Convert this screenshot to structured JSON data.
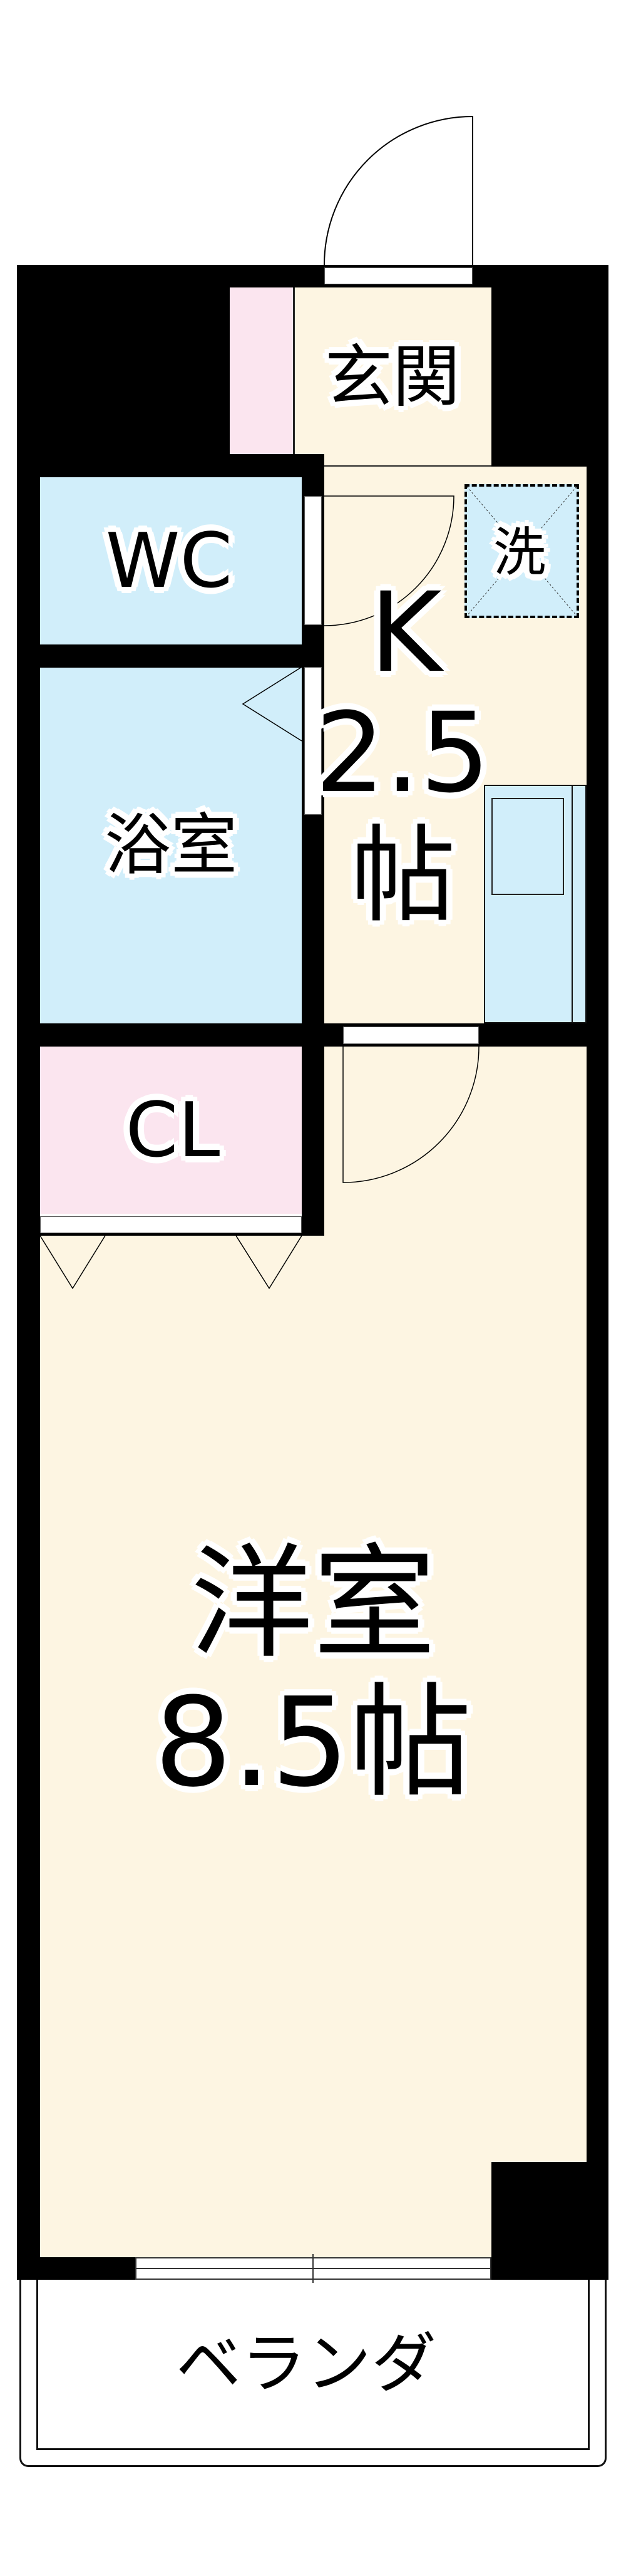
{
  "floorplan": {
    "colors": {
      "wall": "#000000",
      "floor_living": "#fdf5e2",
      "floor_wet": "#d1eefa",
      "floor_storage": "#fbe5ef",
      "background": "#ffffff"
    },
    "rooms": {
      "entrance": {
        "label": "玄関"
      },
      "toilet": {
        "label": "WC"
      },
      "bath": {
        "label": "浴室"
      },
      "laundry": {
        "label": "洗"
      },
      "kitchen": {
        "label_line1": "K",
        "label_line2": "2.5",
        "label_line3": "帖"
      },
      "closet": {
        "label": "CL"
      },
      "western_room": {
        "label_line1": "洋室",
        "label_line2": "8.5帖"
      },
      "balcony": {
        "label": "ベランダ"
      }
    }
  }
}
